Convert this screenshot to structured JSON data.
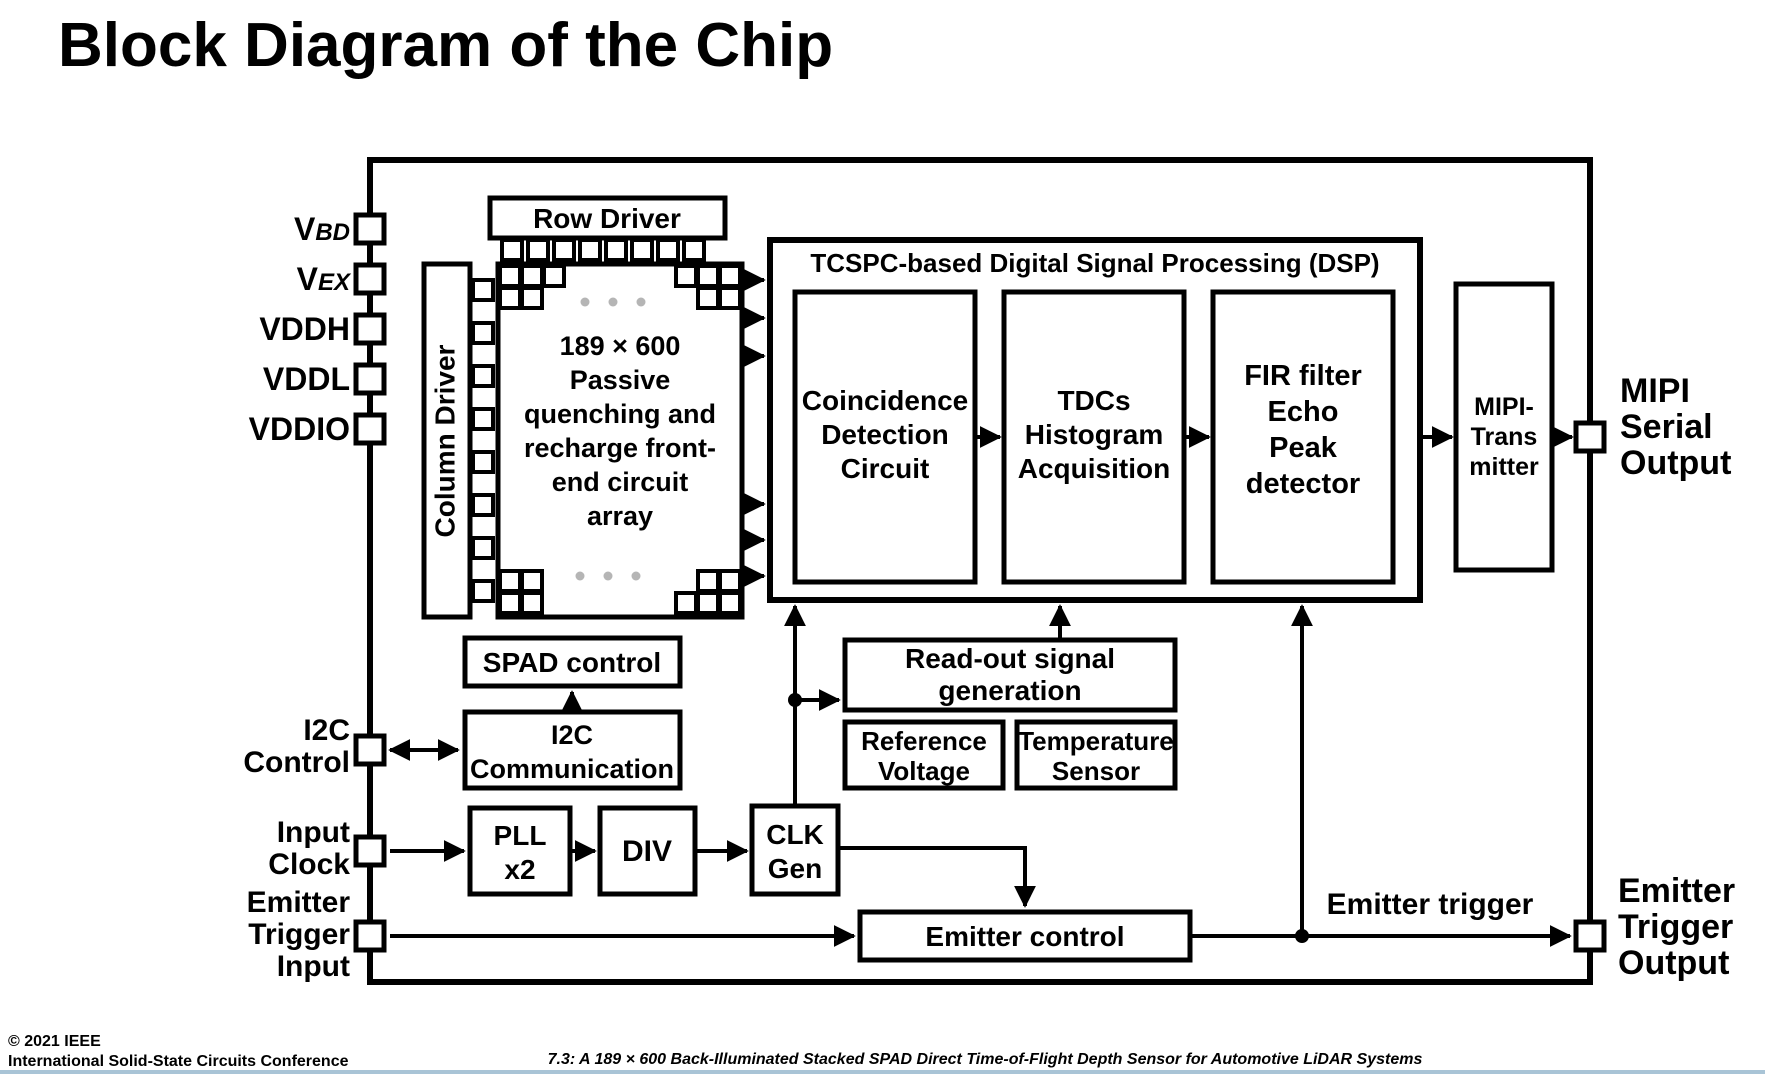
{
  "page": {
    "title": "Block Diagram of the Chip"
  },
  "colors": {
    "ink": "#000000",
    "background": "#ffffff",
    "dot_gray": "#b5b5b5",
    "footer_divider": "#a9c4d6"
  },
  "pins": {
    "left": [
      {
        "id": "vbd",
        "main": "V",
        "sub": "BD"
      },
      {
        "id": "vex",
        "main": "V",
        "sub": "EX"
      },
      {
        "id": "vddh",
        "main": "VDDH",
        "sub": ""
      },
      {
        "id": "vddl",
        "main": "VDDL",
        "sub": ""
      },
      {
        "id": "vddio",
        "main": "VDDIO",
        "sub": ""
      }
    ],
    "i2c_control": {
      "lines": [
        "I2C",
        "Control"
      ]
    },
    "input_clock": {
      "lines": [
        "Input",
        "Clock"
      ]
    },
    "emitter_trigger_input": {
      "lines": [
        "Emitter",
        "Trigger",
        "Input"
      ]
    },
    "mipi_serial_output": {
      "lines": [
        "MIPI",
        "Serial",
        "Output"
      ]
    },
    "emitter_trigger_output": {
      "lines": [
        "Emitter",
        "Trigger",
        "Output"
      ]
    }
  },
  "blocks": {
    "row_driver": {
      "label": "Row Driver"
    },
    "column_driver": {
      "label": "Column Driver"
    },
    "pixel_array": {
      "lines": [
        "189 × 600",
        "Passive",
        "quenching and",
        "recharge front-",
        "end circuit",
        "array"
      ]
    },
    "dsp": {
      "title": "TCSPC-based Digital Signal Processing (DSP)"
    },
    "coincidence": {
      "lines": [
        "Coincidence",
        "Detection",
        "Circuit"
      ]
    },
    "tdc": {
      "lines": [
        "TDCs",
        "Histogram",
        "Acquisition"
      ]
    },
    "fir": {
      "lines": [
        "FIR filter",
        "Echo",
        "Peak",
        "detector"
      ]
    },
    "mipi_tx": {
      "lines": [
        "MIPI-",
        "Trans",
        "mitter"
      ]
    },
    "spad_control": {
      "label": "SPAD control"
    },
    "i2c_comm": {
      "lines": [
        "I2C",
        "Communication"
      ]
    },
    "pll": {
      "lines": [
        "PLL",
        "x2"
      ]
    },
    "divider": {
      "label": "DIV"
    },
    "clk_gen": {
      "lines": [
        "CLK",
        "Gen"
      ]
    },
    "readout": {
      "lines": [
        "Read-out signal",
        "generation"
      ]
    },
    "reference_voltage": {
      "lines": [
        "Reference",
        "Voltage"
      ]
    },
    "temperature_sensor": {
      "lines": [
        "Temperature",
        "Sensor"
      ]
    },
    "emitter_control": {
      "label": "Emitter control"
    }
  },
  "annotations": {
    "emitter_trigger_wire": "Emitter trigger"
  },
  "footer": {
    "copyright": "© 2021 IEEE",
    "conference": "International Solid-State Circuits Conference",
    "paper_title": "7.3: A 189 × 600 Back-Illuminated Stacked SPAD Direct Time-of-Flight Depth Sensor for Automotive LiDAR Systems"
  }
}
